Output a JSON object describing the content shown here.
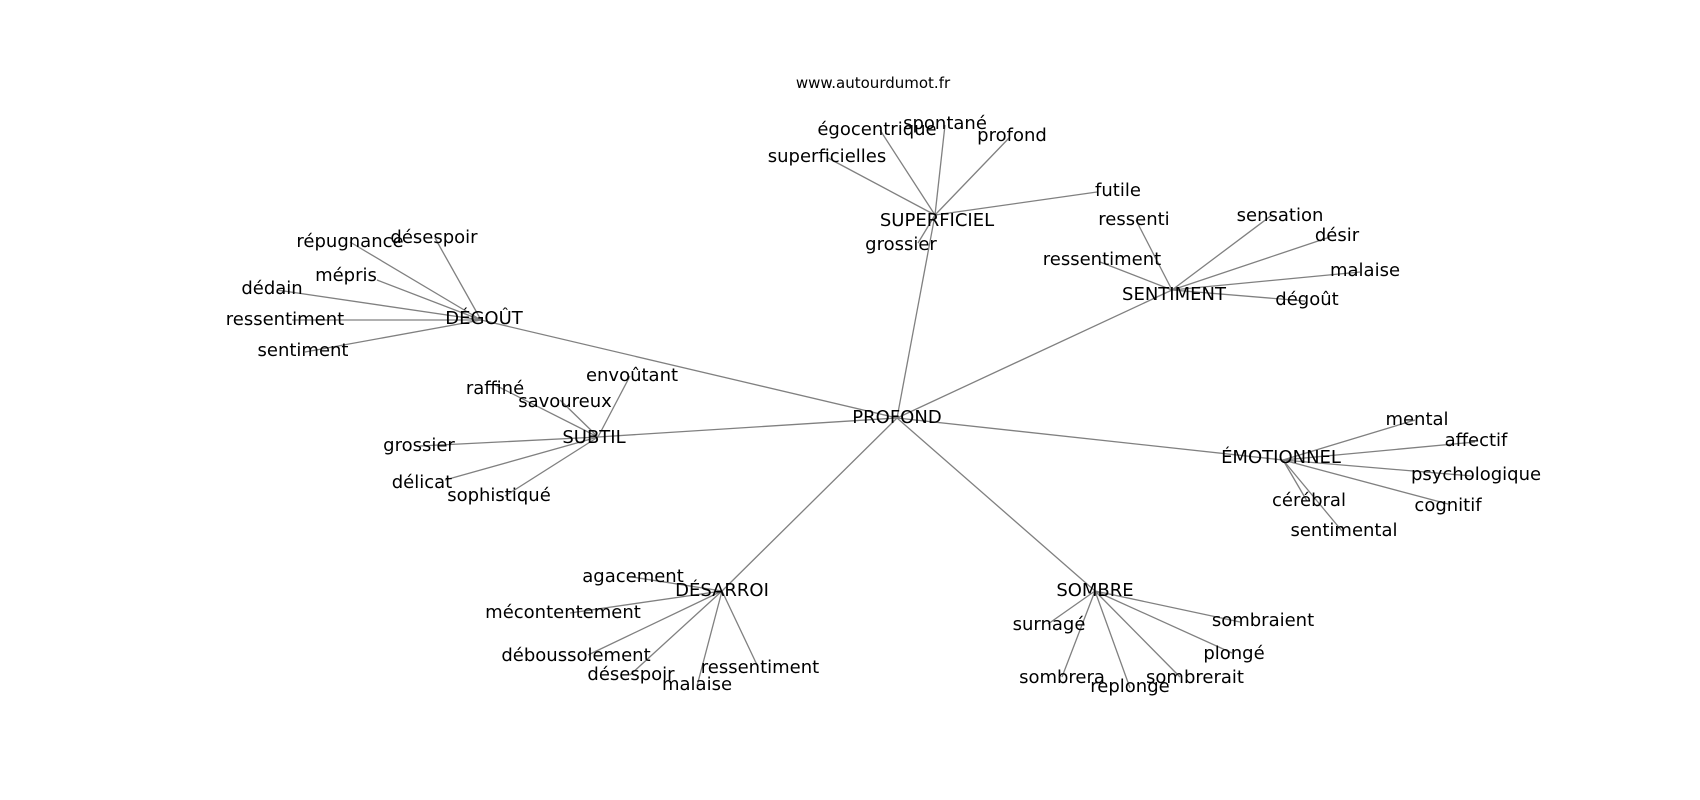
{
  "source_text": "www.autourdumot.fr",
  "root": {
    "id": "profond",
    "label": "PROFOND"
  },
  "hubs": [
    {
      "id": "superficiel",
      "label": "SUPERFICIEL",
      "words": [
        "égocentrique",
        "spontané",
        "profond",
        "superficielles",
        "futile",
        "grossier"
      ]
    },
    {
      "id": "sentiment",
      "label": "SENTIMENT",
      "words": [
        "ressenti",
        "sensation",
        "désir",
        "ressentiment",
        "malaise",
        "dégoût"
      ]
    },
    {
      "id": "degout",
      "label": "DÉGOÛT",
      "words": [
        "répugnance",
        "désespoir",
        "mépris",
        "dédain",
        "ressentiment",
        "sentiment"
      ]
    },
    {
      "id": "subtil",
      "label": "SUBTIL",
      "words": [
        "envoûtant",
        "raffiné",
        "savoureux",
        "grossier",
        "délicat",
        "sophistiqué"
      ]
    },
    {
      "id": "emotionnel",
      "label": "ÉMOTIONNEL",
      "words": [
        "mental",
        "affectif",
        "psychologique",
        "cognitif",
        "cérébral",
        "sentimental"
      ]
    },
    {
      "id": "desarroi",
      "label": "DÉSARROI",
      "words": [
        "agacement",
        "mécontentement",
        "déboussolement",
        "désespoir",
        "malaise",
        "ressentiment"
      ]
    },
    {
      "id": "sombre",
      "label": "SOMBRE",
      "words": [
        "surnagé",
        "sombraient",
        "plongé",
        "sombrera",
        "replonge",
        "sombrerait"
      ]
    }
  ]
}
